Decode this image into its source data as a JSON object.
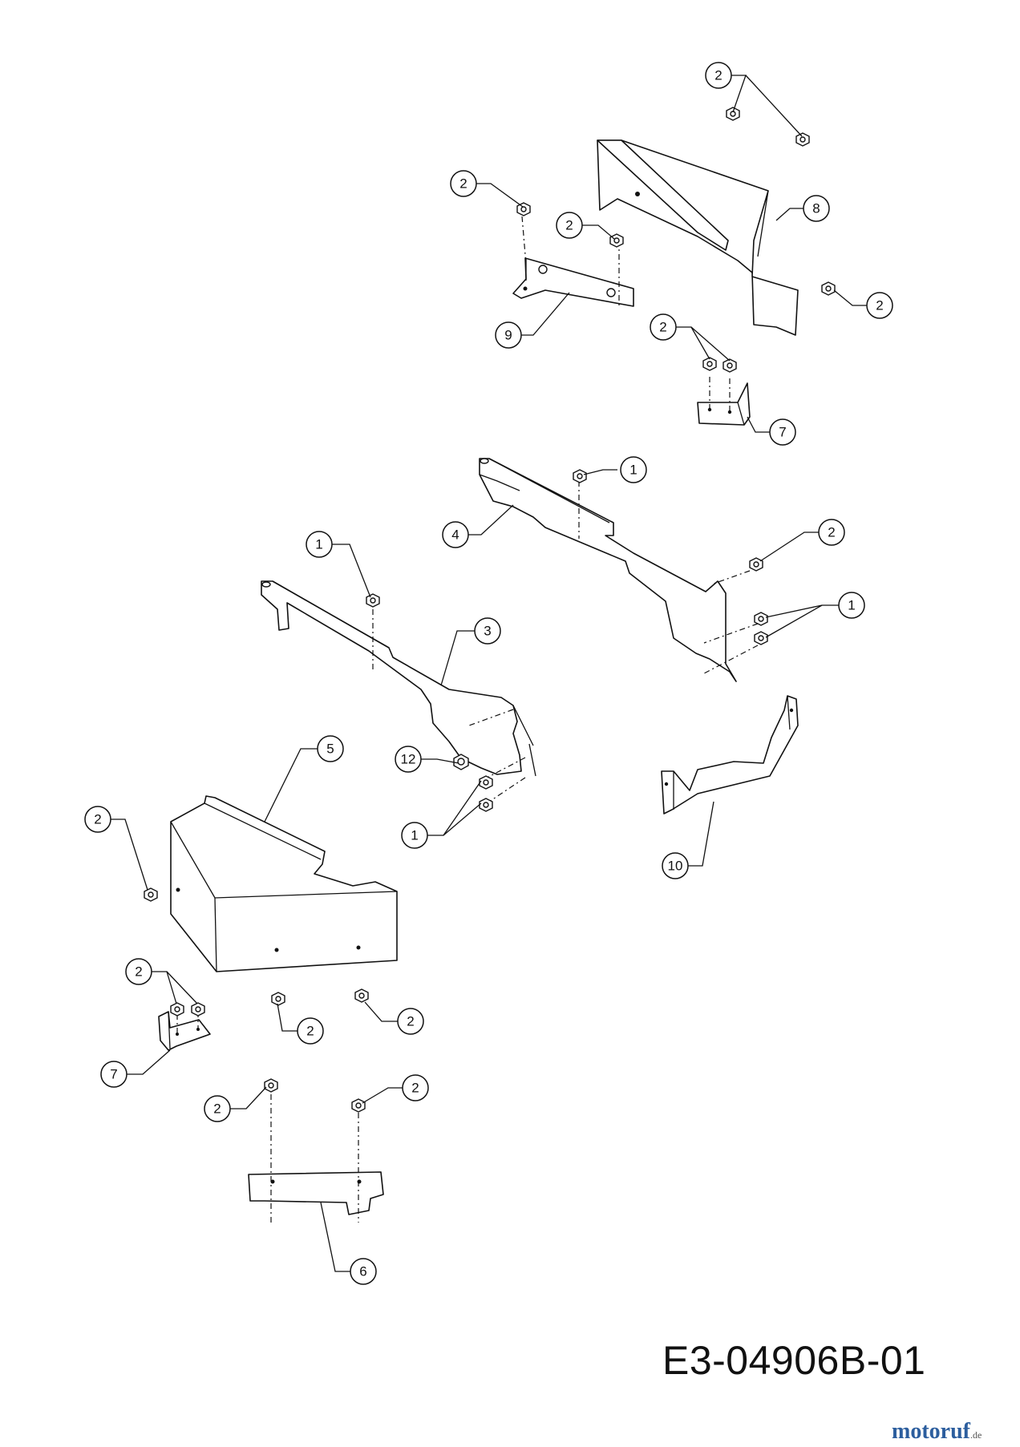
{
  "drawing_number": "E3-04906B-01",
  "watermark": {
    "text": "motoruf",
    "suffix": ".de",
    "color": "#2c5e9e"
  },
  "callouts": [
    {
      "id": "c1",
      "label": "2"
    },
    {
      "id": "c2",
      "label": "2"
    },
    {
      "id": "c3",
      "label": "2"
    },
    {
      "id": "c4",
      "label": "8"
    },
    {
      "id": "c5",
      "label": "2"
    },
    {
      "id": "c6",
      "label": "9"
    },
    {
      "id": "c7",
      "label": "2"
    },
    {
      "id": "c8",
      "label": "7"
    },
    {
      "id": "c9",
      "label": "1"
    },
    {
      "id": "c10",
      "label": "4"
    },
    {
      "id": "c11",
      "label": "2"
    },
    {
      "id": "c12",
      "label": "1"
    },
    {
      "id": "c13",
      "label": "1"
    },
    {
      "id": "c14",
      "label": "3"
    },
    {
      "id": "c15",
      "label": "5"
    },
    {
      "id": "c16",
      "label": "12"
    },
    {
      "id": "c17",
      "label": "1"
    },
    {
      "id": "c18",
      "label": "10"
    },
    {
      "id": "c19",
      "label": "2"
    },
    {
      "id": "c20",
      "label": "2"
    },
    {
      "id": "c21",
      "label": "7"
    },
    {
      "id": "c22",
      "label": "2"
    },
    {
      "id": "c23",
      "label": "2"
    },
    {
      "id": "c24",
      "label": "2"
    },
    {
      "id": "c25",
      "label": "2"
    },
    {
      "id": "c26",
      "label": "6"
    }
  ]
}
